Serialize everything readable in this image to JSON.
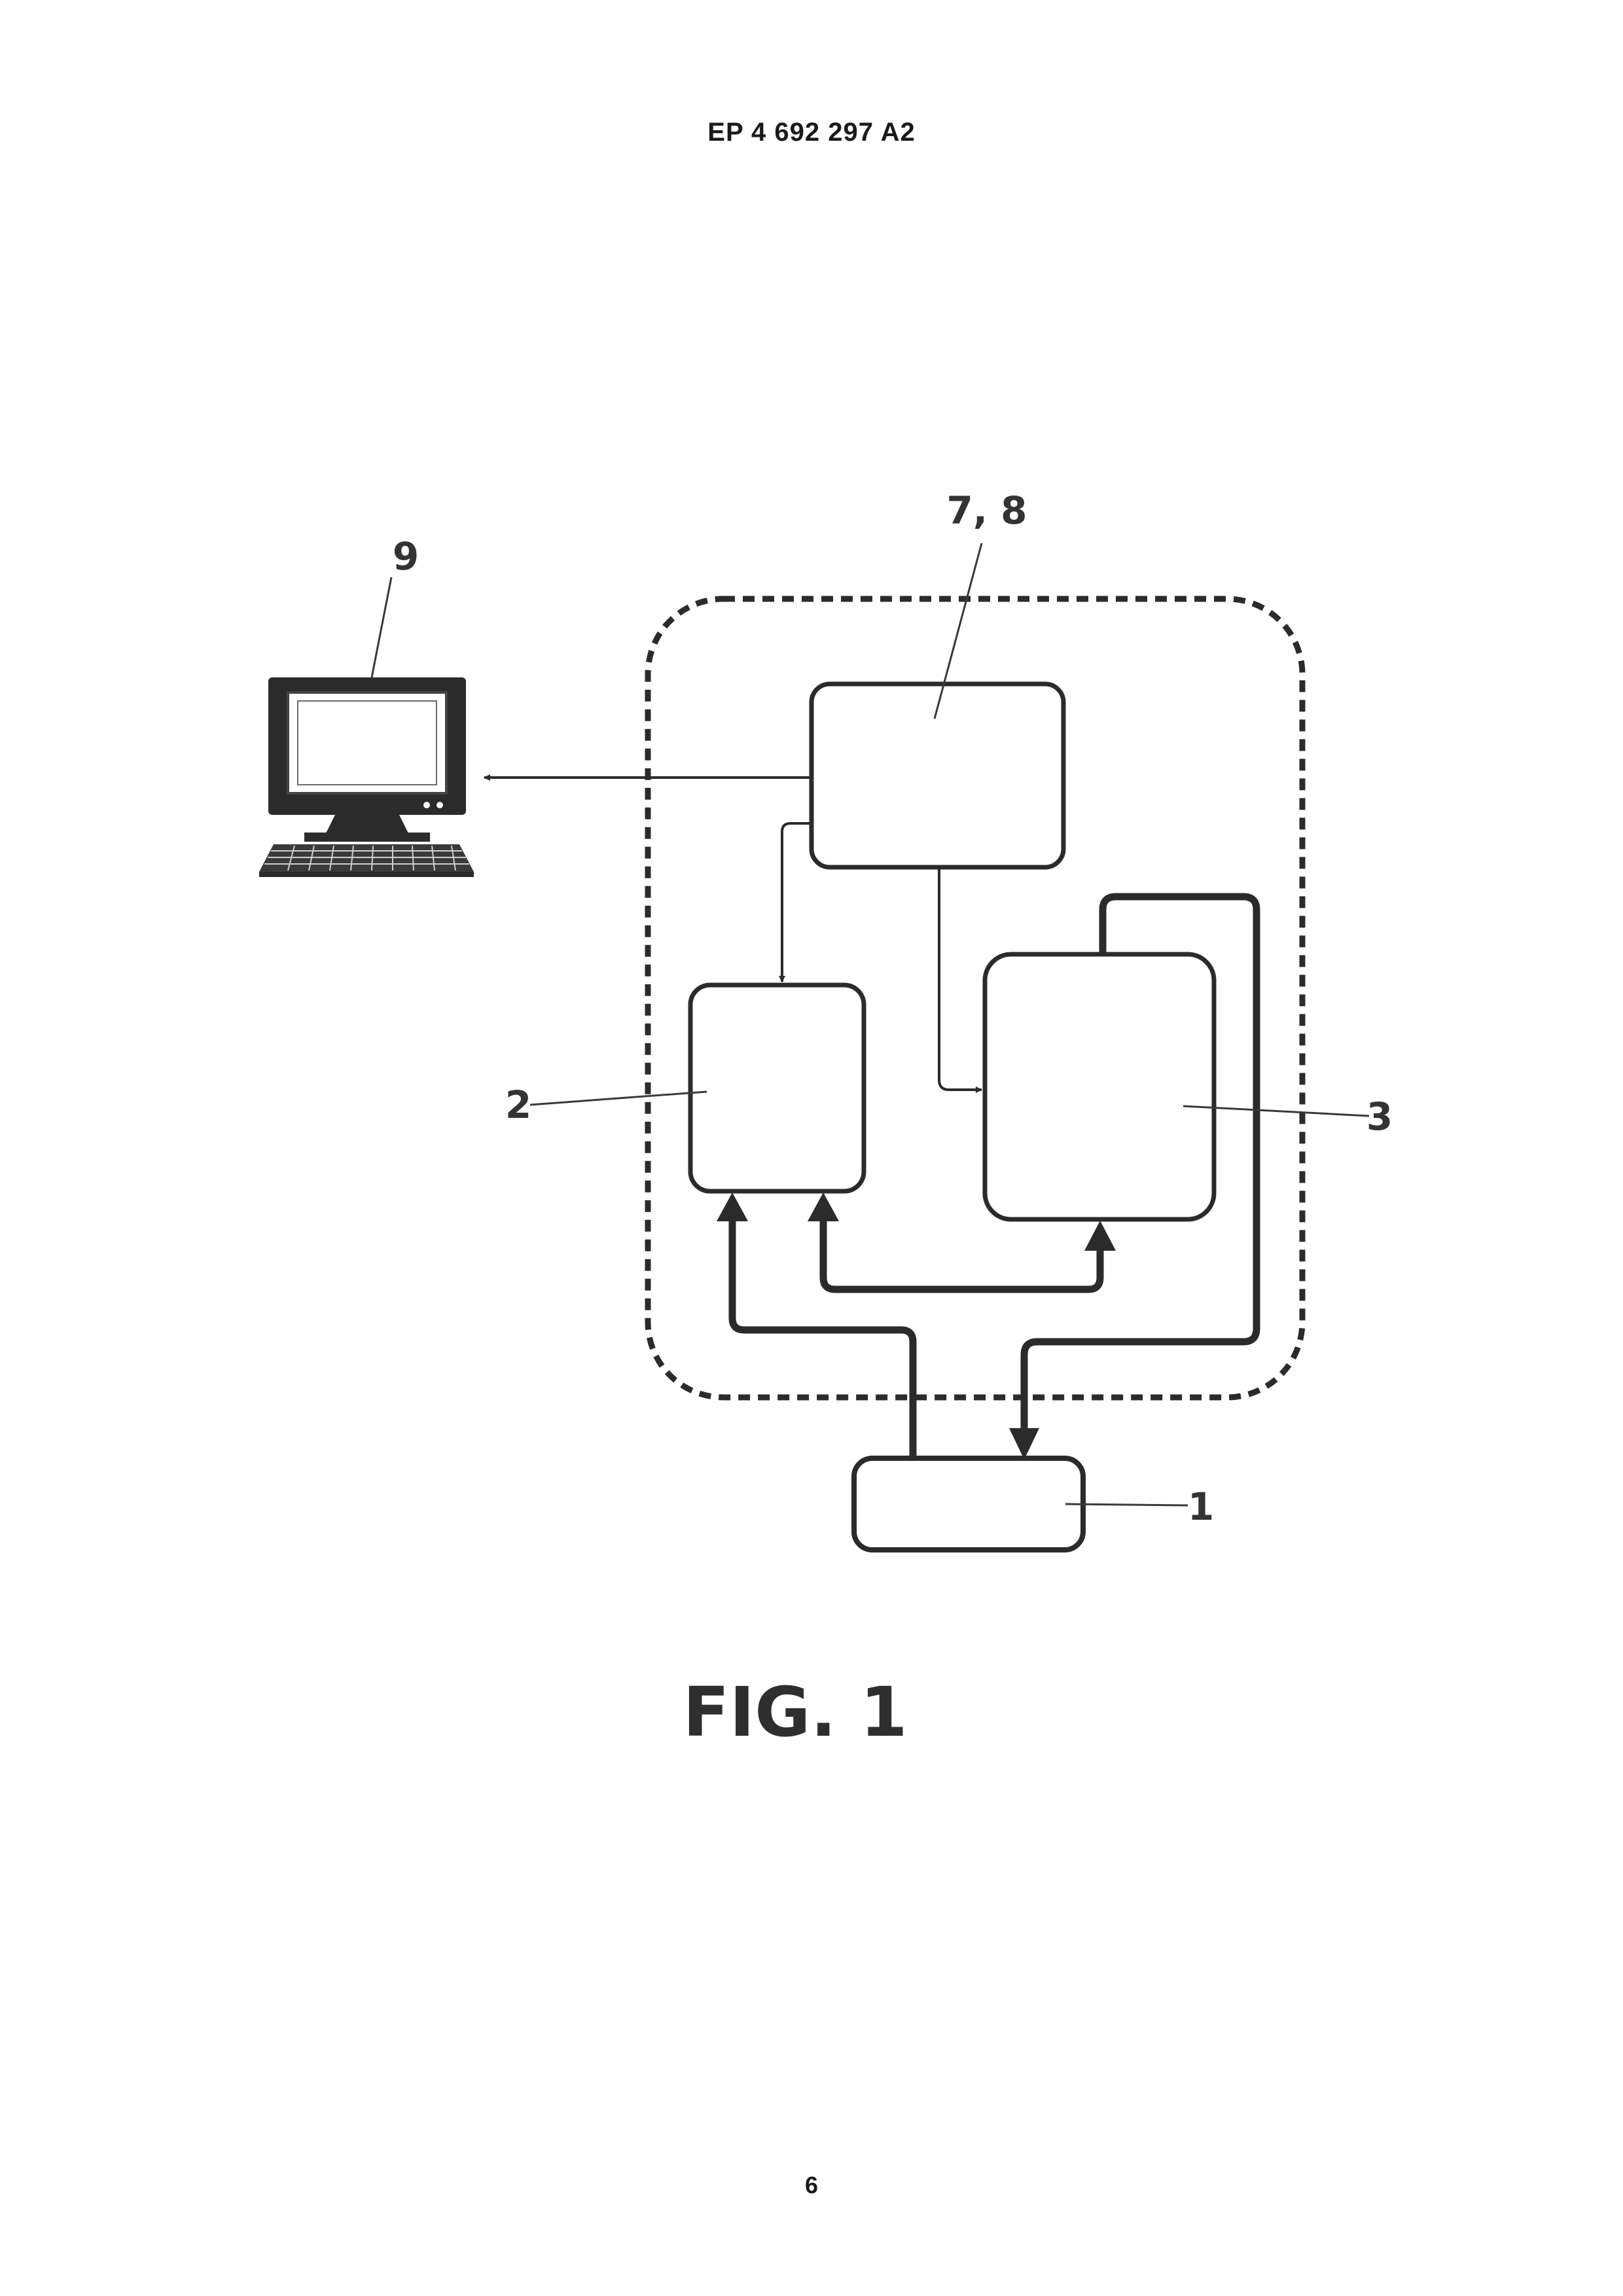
{
  "document": {
    "publication_number": "EP 4 692 297 A2",
    "page_number": "6"
  },
  "figure": {
    "caption": "FIG. 1",
    "reference_numerals": {
      "block_1": "1",
      "block_2": "2",
      "block_3": "3",
      "block_7_8": "7, 8",
      "computer_9": "9"
    }
  },
  "colors": {
    "line": "#2b2b2b",
    "label": "#333333",
    "background": "#ffffff"
  },
  "icons": {
    "computer": "desktop-computer-icon"
  }
}
